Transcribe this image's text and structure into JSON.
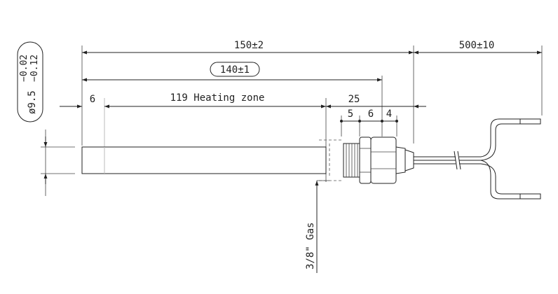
{
  "dimensions": {
    "overall_length": "150±2",
    "lead_length": "500±10",
    "body_length": "140±1",
    "start_offset": "6",
    "heating_zone": "119 Heating zone",
    "fitting_length": "25",
    "seg_a": "5",
    "seg_b": "6",
    "seg_c": "4",
    "diameter_nominal": "ø9.5",
    "diameter_upper": "−0.02",
    "diameter_lower": "−0.12",
    "thread": "3/8\" Gas"
  },
  "colors": {
    "line": "#222222",
    "light": "#bbbbbb"
  }
}
